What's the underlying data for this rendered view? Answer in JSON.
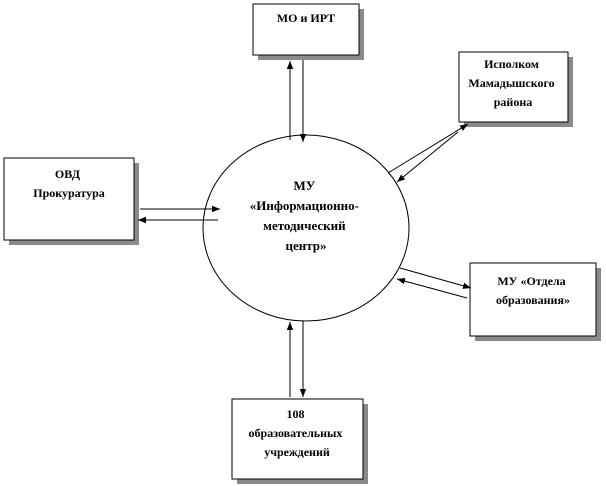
{
  "center": {
    "lines": [
      "МУ",
      "«Информационно-",
      "методический",
      "центр»"
    ]
  },
  "nodes": {
    "mo_irt": {
      "lines": [
        "МО и ИРТ"
      ]
    },
    "ispolkom": {
      "lines": [
        "Исполком",
        "Мамадышского",
        "района"
      ]
    },
    "ovd": {
      "lines": [
        "ОВД",
        "Прокуратура"
      ]
    },
    "otdel": {
      "lines": [
        "МУ «Отдела",
        "образования»"
      ]
    },
    "schools": {
      "lines": [
        "108",
        "образовательных",
        "учреждений"
      ]
    }
  }
}
